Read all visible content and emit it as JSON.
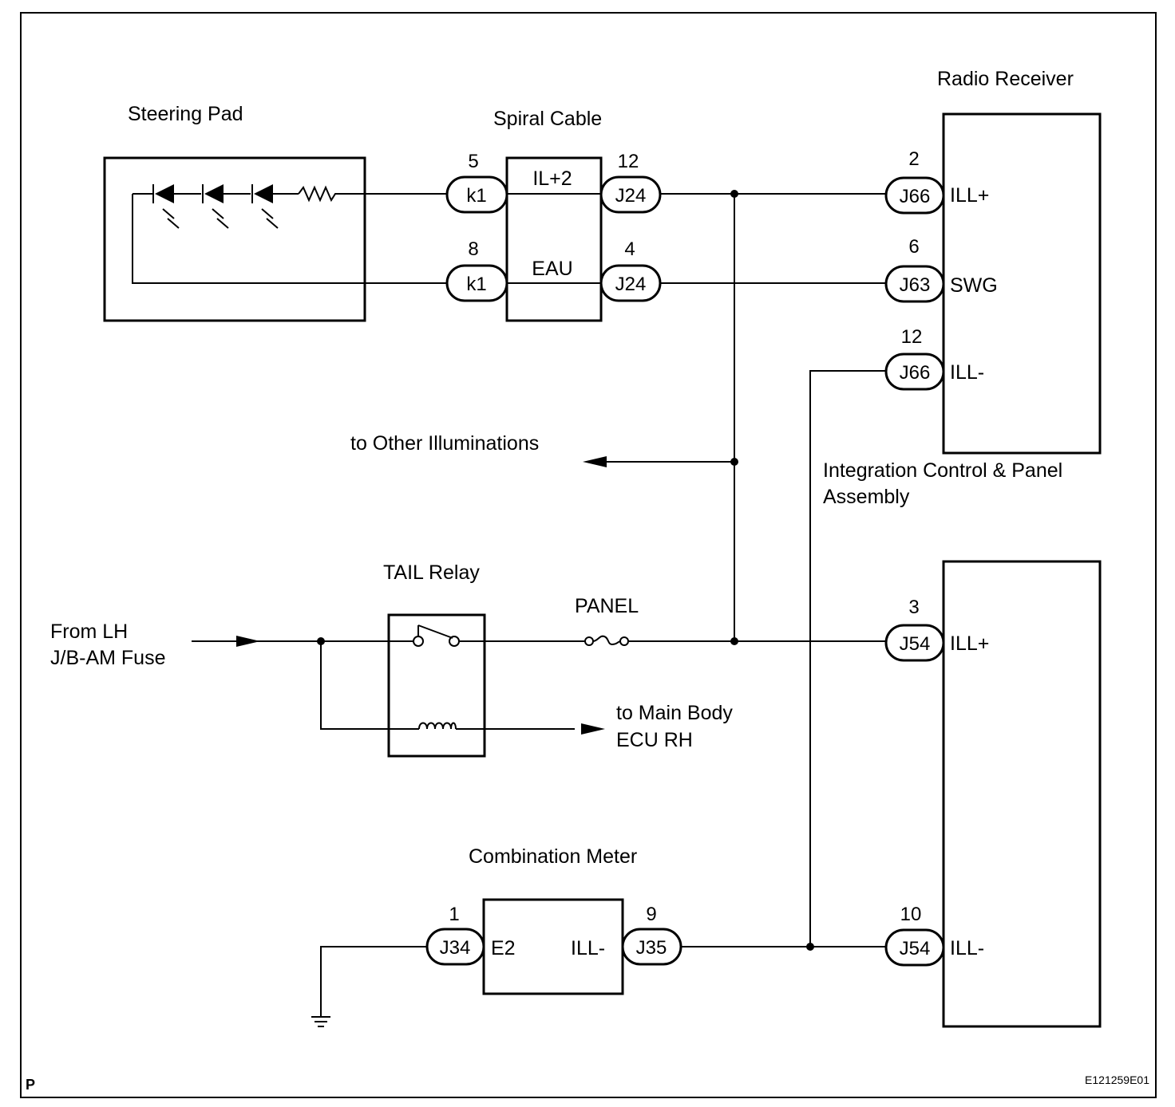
{
  "components": {
    "steering_pad": "Steering Pad",
    "spiral_cable": "Spiral Cable",
    "radio_receiver": "Radio Receiver",
    "integration_panel_line1": "Integration Control & Panel",
    "integration_panel_line2": "Assembly",
    "tail_relay": "TAIL Relay",
    "combination_meter": "Combination Meter"
  },
  "labels": {
    "other_illuminations": "to Other Illuminations",
    "from_lh_line1": "From LH",
    "from_lh_line2": "J/B-AM Fuse",
    "main_body_line1": "to Main Body",
    "main_body_line2": "ECU RH",
    "panel_fuse": "PANEL",
    "corner_letter": "P",
    "figure_code": "E121259E01"
  },
  "spiral_cable_signals": {
    "top": "IL+2",
    "bottom": "EAU"
  },
  "connectors": {
    "sp_k1_top": {
      "pin": "5",
      "code": "k1"
    },
    "sp_k1_bottom": {
      "pin": "8",
      "code": "k1"
    },
    "sp_j24_top": {
      "pin": "12",
      "code": "J24"
    },
    "sp_j24_bottom": {
      "pin": "4",
      "code": "J24"
    },
    "radio_ill_plus": {
      "pin": "2",
      "code": "J66",
      "signal": "ILL+"
    },
    "radio_swg": {
      "pin": "6",
      "code": "J63",
      "signal": "SWG"
    },
    "radio_ill_minus": {
      "pin": "12",
      "code": "J66",
      "signal": "ILL-"
    },
    "panel_ill_plus": {
      "pin": "3",
      "code": "J54",
      "signal": "ILL+"
    },
    "panel_ill_minus": {
      "pin": "10",
      "code": "J54",
      "signal": "ILL-"
    },
    "meter_e2": {
      "pin": "1",
      "code": "J34",
      "signal": "E2"
    },
    "meter_ill_minus": {
      "pin": "9",
      "code": "J35",
      "signal": "ILL-"
    }
  }
}
